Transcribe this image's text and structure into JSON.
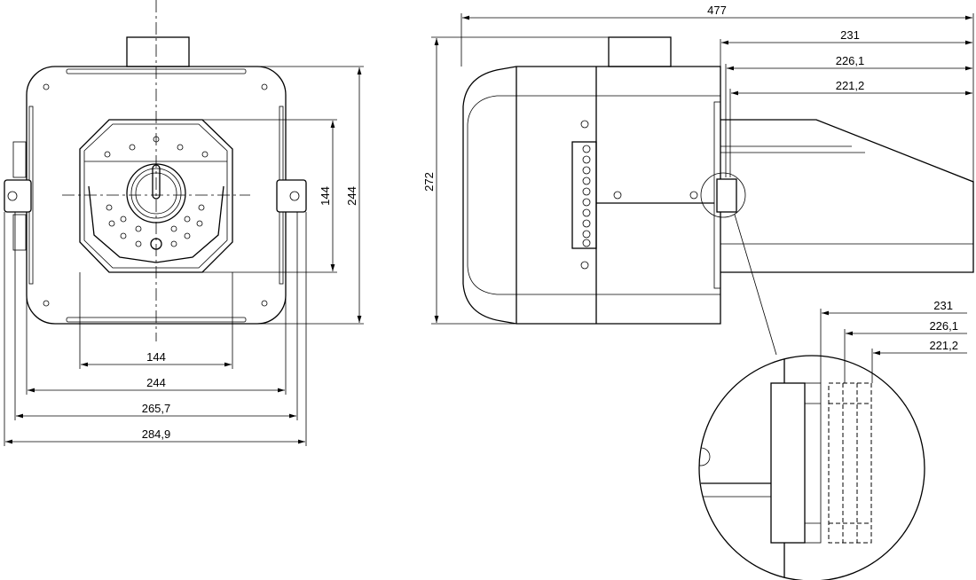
{
  "front_view": {
    "dims": {
      "height_inner": "144",
      "height_outer": "244",
      "width_inner": "144",
      "width_outer": "244",
      "width_brackets": "265,7",
      "width_total": "284,9"
    }
  },
  "side_view": {
    "dims": {
      "length_total": "477",
      "height_total": "272",
      "tube_1": "231",
      "tube_2": "226,1",
      "tube_3": "221,2"
    }
  },
  "detail_view": {
    "dims": {
      "tube_1": "231",
      "tube_2": "226,1",
      "tube_3": "221,2"
    }
  }
}
